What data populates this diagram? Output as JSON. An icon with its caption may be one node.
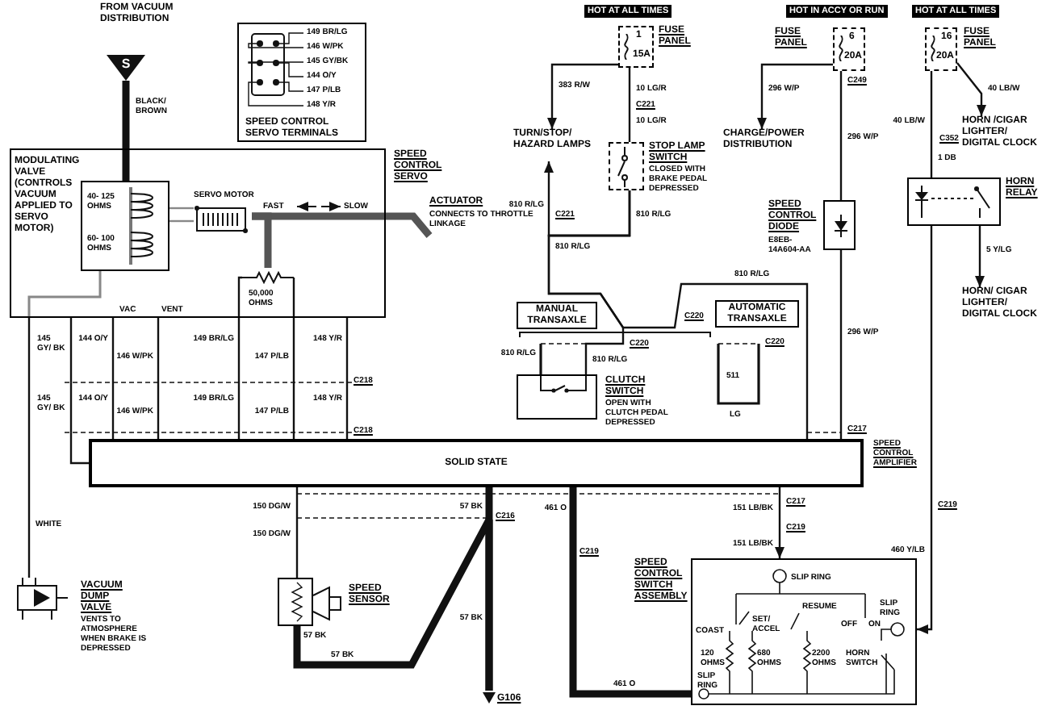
{
  "diagram": {
    "nodes": [
      {
        "text": [
          "S"
        ],
        "beside": [
          "FROM VACUUM DISTRIBUTION"
        ]
      },
      {
        "text": [
          "SPEED CONTROL SERVO TERMINALS"
        ]
      },
      {
        "text": [
          "SPEED CONTROL SERVO"
        ]
      },
      {
        "text": [
          "MODULATING VALVE (CONTROLS VACUUM APPLIED TO SERVO MOTOR)",
          "40- 125 OHMS",
          "60- 100 OHMS"
        ],
        "in": 2
      },
      {
        "text": [
          "SERVO MOTOR"
        ],
        "in": 2
      },
      {
        "text": [
          "ACTUATOR",
          "CONNECTS TO THROTTLE LINKAGE"
        ]
      },
      {
        "text": [
          "SOLID STATE",
          "SPEED CONTROL AMPLIFIER"
        ]
      },
      {
        "text": [
          "VACUUM DUMP VALVE",
          "VENTS TO ATMOSPHERE WHEN BRAKE IS DEPRESSED"
        ]
      },
      {
        "text": [
          "SPEED SENSOR"
        ]
      },
      {
        "text": [
          "G106"
        ]
      },
      {
        "text": [
          "SPEED CONTROL SWITCH ASSEMBLY"
        ]
      },
      {
        "text": [
          "1",
          "15A",
          "FUSE PANEL"
        ]
      },
      {
        "text": [
          "TURN/STOP/ HAZARD LAMPS"
        ]
      },
      {
        "text": [
          "STOP LAMP SWITCH",
          "CLOSED WITH BRAKE PEDAL DEPRESSED"
        ]
      },
      {
        "text": [
          "MANUAL TRANSAXLE"
        ]
      },
      {
        "text": [
          "AUTOMATIC TRANSAXLE"
        ]
      },
      {
        "text": [
          "CLUTCH SWITCH",
          "OPEN WITH CLUTCH PEDAL DEPRESSED"
        ]
      },
      {
        "text": [
          "6",
          "20A",
          "FUSE PANEL"
        ]
      },
      {
        "text": [
          "CHARGE/POWER DISTRIBUTION"
        ]
      },
      {
        "text": [
          "SPEED CONTROL DIODE",
          "E8EB-14A604-AA"
        ]
      },
      {
        "text": [
          "16",
          "20A",
          "FUSE PANEL"
        ]
      },
      {
        "text": [
          "HORN /CIGAR LIGHTER/ DIGITAL CLOCK"
        ]
      },
      {
        "text": [
          "HORN RELAY"
        ]
      },
      {
        "text": [
          "HORN/ CIGAR LIGHTER/ DIGITAL CLOCK"
        ]
      },
      {
        "text": [
          "50,000 OHMS"
        ],
        "in": 2
      }
    ],
    "edges": [
      {
        "from": 0,
        "to": 3,
        "arrow": "none",
        "label": "BLACK/ BROWN",
        "style": "thick"
      },
      {
        "from": 2,
        "to": 6,
        "arrow": "none",
        "label": "145 GY/ BK"
      },
      {
        "from": 2,
        "to": 6,
        "arrow": "none",
        "label": "144 O/Y"
      },
      {
        "from": 2,
        "to": 6,
        "arrow": "none",
        "label": "146 W/PK"
      },
      {
        "from": 24,
        "to": 6,
        "arrow": "none",
        "label": "149 BR/LG"
      },
      {
        "from": 24,
        "to": 6,
        "arrow": "none",
        "label": "147 P/LB"
      },
      {
        "from": 2,
        "to": 6,
        "arrow": "none",
        "label": "148 Y/R"
      },
      {
        "from": 2,
        "to": 7,
        "arrow": "none",
        "label": "WHITE"
      },
      {
        "from": 6,
        "to": 8,
        "arrow": "none",
        "label": "150 DG/W"
      },
      {
        "from": 6,
        "to": 9,
        "arrow": "none",
        "label": "57 BK",
        "style": "thick"
      },
      {
        "from": 8,
        "to": 9,
        "arrow": "none",
        "label": "57 BK",
        "style": "thick"
      },
      {
        "from": 6,
        "to": 10,
        "arrow": "none",
        "label": "461 O",
        "style": "thick"
      },
      {
        "from": 6,
        "to": 10,
        "arrow": "to",
        "label": "151 LB/BK"
      },
      {
        "from": 22,
        "to": 10,
        "arrow": "to",
        "label": "460 Y/LB"
      },
      {
        "from": 11,
        "to": 12,
        "arrow": "to",
        "label": "383 R/W"
      },
      {
        "from": 11,
        "to": 13,
        "arrow": "none",
        "label": "10 LG/R"
      },
      {
        "from": 13,
        "to": 12,
        "arrow": "to",
        "label": "810 R/LG"
      },
      {
        "from": 13,
        "to": 16,
        "arrow": "none",
        "label": "810 R/LG"
      },
      {
        "from": 13,
        "to": 6,
        "arrow": "none",
        "label": "810 R/LG"
      },
      {
        "from": 17,
        "to": 18,
        "arrow": "to",
        "label": "296 W/P"
      },
      {
        "from": 17,
        "to": 19,
        "arrow": "none",
        "label": "296 W/P"
      },
      {
        "from": 19,
        "to": 6,
        "arrow": "none",
        "label": "296 W/P"
      },
      {
        "from": 20,
        "to": 21,
        "arrow": "to",
        "label": "40 LB/W"
      },
      {
        "from": 20,
        "to": 22,
        "arrow": "none",
        "label": "40 LB/W"
      },
      {
        "from": 22,
        "to": 23,
        "arrow": "to",
        "label": "5 Y/LG"
      },
      {
        "from": 4,
        "to": 5,
        "arrow": "none",
        "style": "thick",
        "color": "#555555"
      },
      {
        "from": 3,
        "to": 4,
        "arrow": "none",
        "color": "#888888"
      },
      {
        "from": 3,
        "to": 4,
        "arrow": "none",
        "color": "#888888"
      },
      {
        "from": 4,
        "to": 24,
        "arrow": "none",
        "style": "thick",
        "color": "#555555"
      }
    ],
    "labels": [
      "149 BR/LG",
      "146 W/PK",
      "145 GY/BK",
      "144 O/Y",
      "147 P/LB",
      "148 Y/R",
      "HOT AT ALL TIMES",
      "HOT IN ACCY OR RUN",
      "HOT AT ALL TIMES",
      "C249",
      "C221",
      "10 LG/R",
      "C352",
      "1 DB",
      "FAST",
      "SLOW",
      "VAC",
      "VENT",
      "C221",
      "810 R/LG",
      "810 R/LG",
      "C220",
      "C220",
      "810 R/LG",
      "C220",
      "511",
      "LG",
      "C218",
      "145 GY/ BK",
      "144 O/Y",
      "146 W/PK",
      "149 BR/LG",
      "147 P/LB",
      "148 Y/R",
      "C218",
      "C217",
      "C216",
      "150 DG/W",
      "C217",
      "C219",
      "151 LB/BK",
      "C219",
      "C219",
      "57 BK",
      "57 BK",
      "461 O",
      "SLIP RING",
      "RESUME",
      "COAST",
      "SET/ ACCEL",
      "OFF",
      "ON",
      "SLIP RING",
      "120 OHMS",
      "SLIP RING",
      "680 OHMS",
      "2200 OHMS",
      "HORN SWITCH"
    ]
  }
}
